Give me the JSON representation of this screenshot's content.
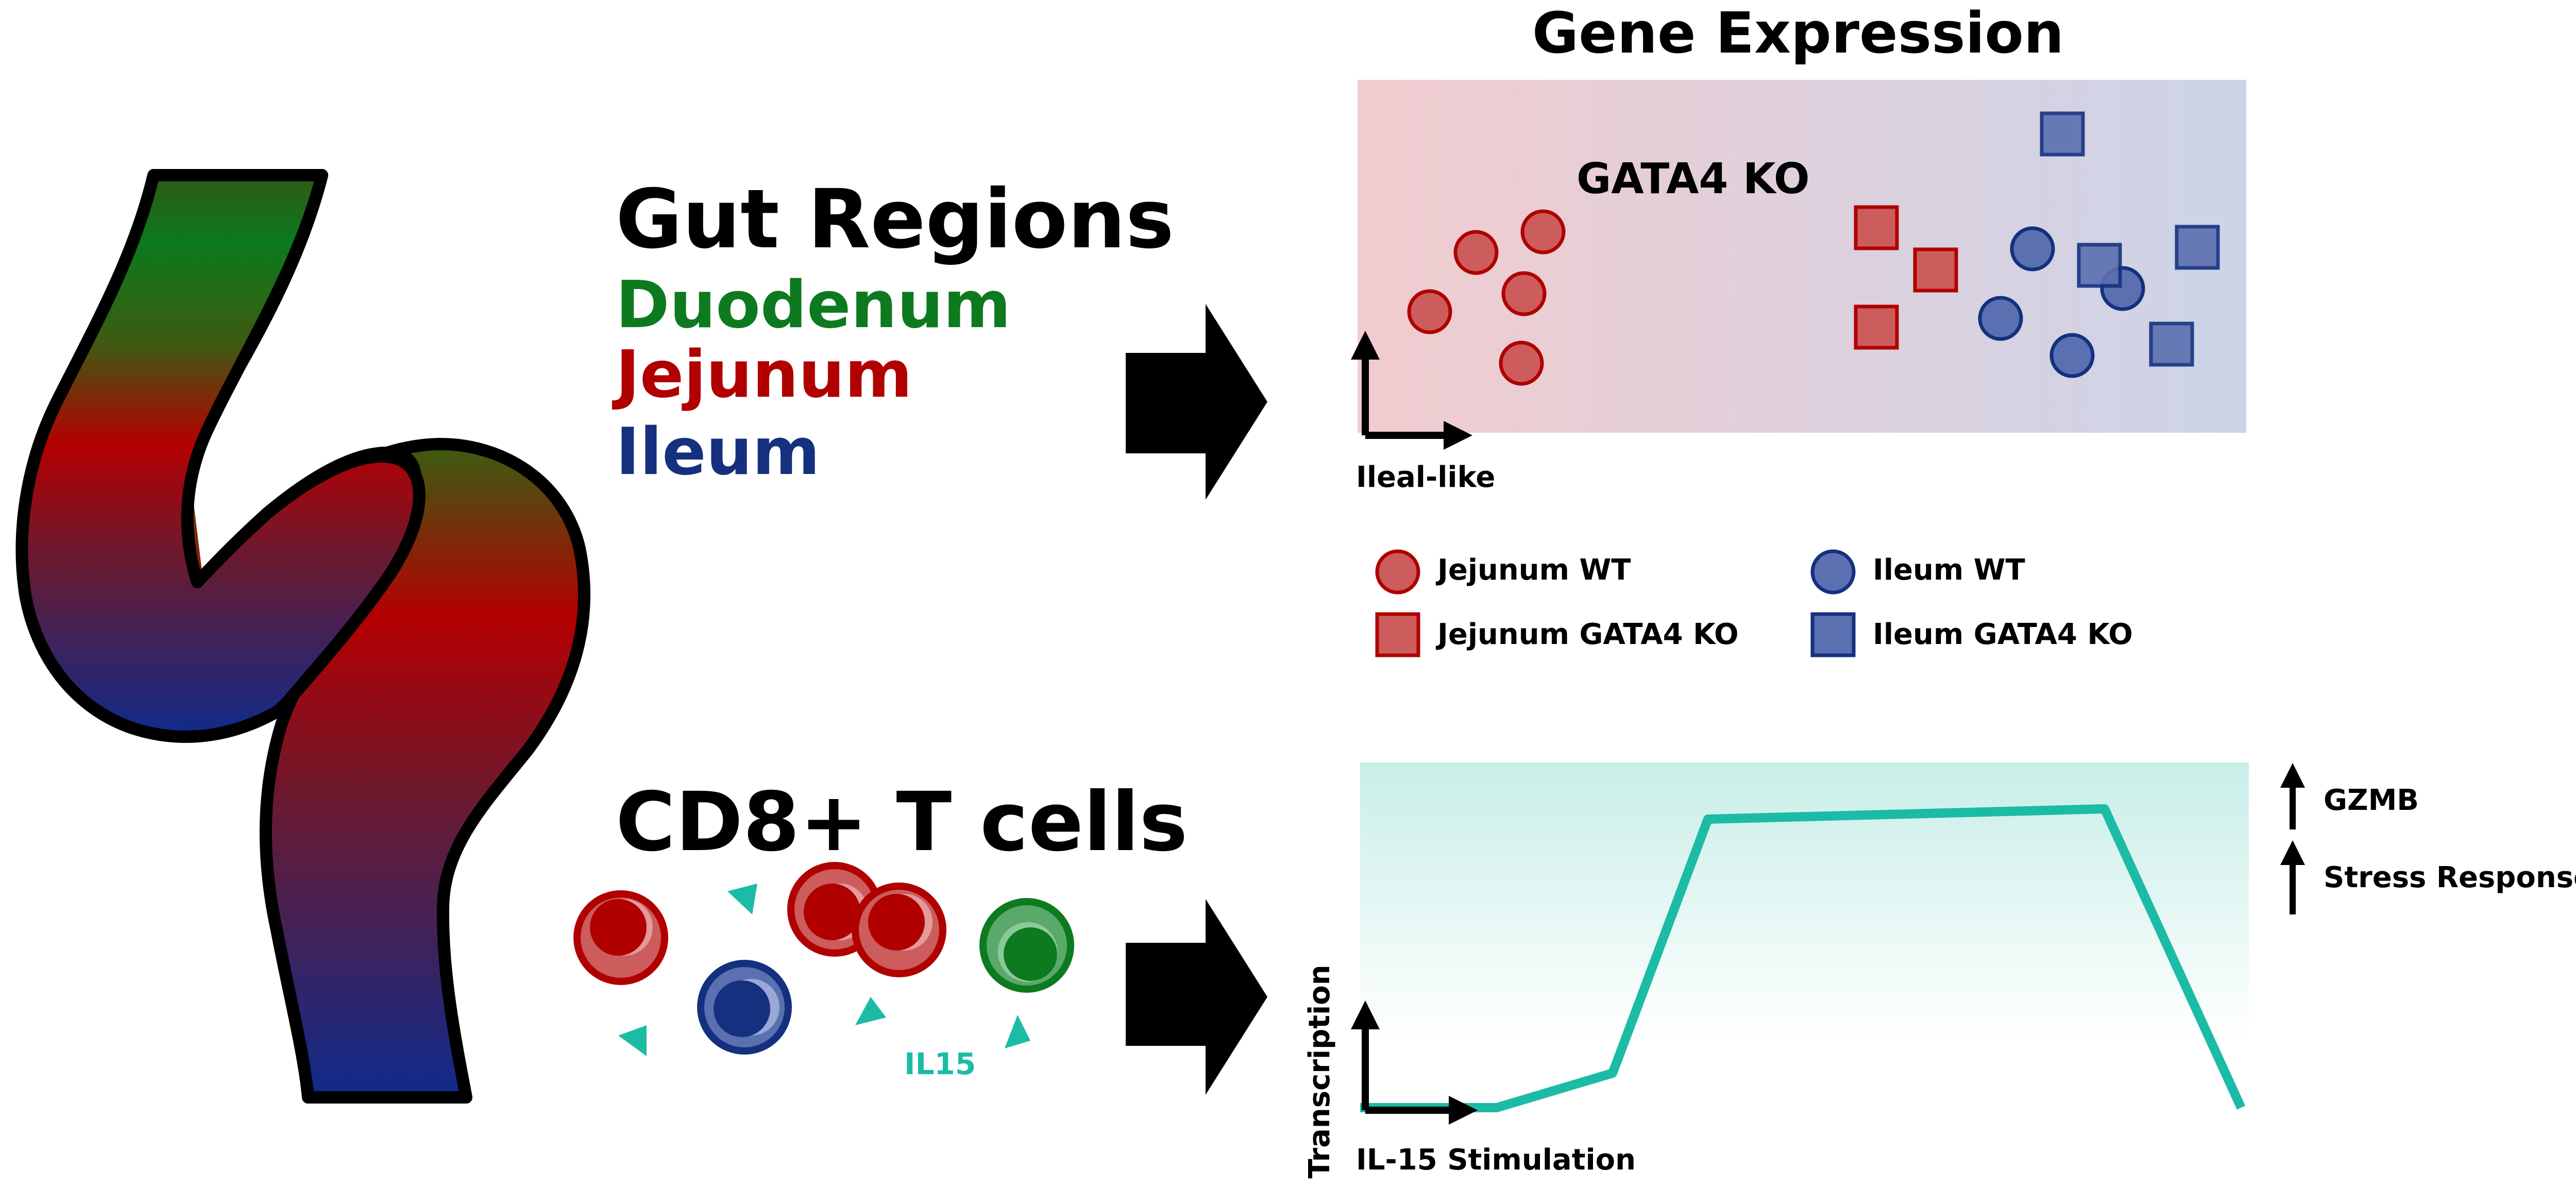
{
  "colors": {
    "duodenum": "#0e7a1f",
    "jejunum": "#b00000",
    "ileum": "#14307f",
    "jejunum_marker": "#cd5c5c",
    "ileum_marker": "#5b70b0",
    "il15": "#1cbba6",
    "black": "#000000"
  },
  "left": {
    "gut_regions_title": "Gut Regions",
    "duodenum_label": "Duodenum",
    "jejunum_label": "Jejunum",
    "ileum_label": "Ileum",
    "cd8_title": "CD8+ T cells",
    "il15_label": "IL15"
  },
  "top_panel": {
    "title": "Gene Expression",
    "annotation": "GATA4 KO",
    "xlabel": "Ileal-like",
    "legend": {
      "jejunum_wt": "Jejunum WT",
      "jejunum_ko": "Jejunum GATA4 KO",
      "ileum_wt": "Ileum WT",
      "ileum_ko": "Ileum GATA4 KO"
    }
  },
  "bottom_panel": {
    "xlabel": "IL-15 Stimulation",
    "ylabel": "Transcription",
    "up_labels": [
      "GZMB",
      "Stress Response"
    ]
  },
  "icons": [
    "gut-icon",
    "arrow-right-icon",
    "t-cell-icon",
    "il15-triangle-icon",
    "up-arrow-icon"
  ]
}
